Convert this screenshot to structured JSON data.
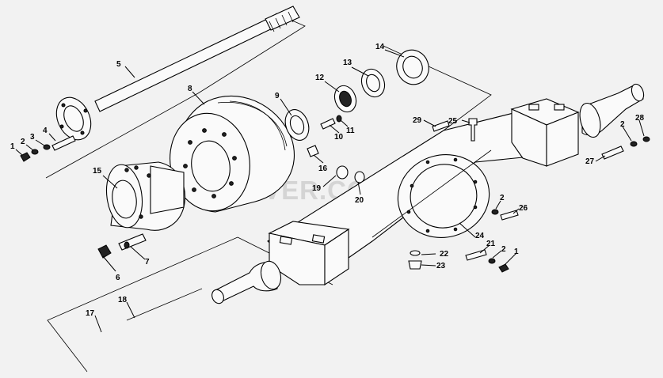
{
  "diagram": {
    "watermark": "SPECSERVER.COM",
    "callouts": [
      {
        "id": "c1a",
        "text": "1"
      },
      {
        "id": "c2a",
        "text": "2"
      },
      {
        "id": "c3",
        "text": "3"
      },
      {
        "id": "c4",
        "text": "4"
      },
      {
        "id": "c5",
        "text": "5"
      },
      {
        "id": "c6",
        "text": "6"
      },
      {
        "id": "c7",
        "text": "7"
      },
      {
        "id": "c8",
        "text": "8"
      },
      {
        "id": "c9",
        "text": "9"
      },
      {
        "id": "c10",
        "text": "10"
      },
      {
        "id": "c11",
        "text": "11"
      },
      {
        "id": "c12",
        "text": "12"
      },
      {
        "id": "c13",
        "text": "13"
      },
      {
        "id": "c14",
        "text": "14"
      },
      {
        "id": "c15",
        "text": "15"
      },
      {
        "id": "c16",
        "text": "16"
      },
      {
        "id": "c17",
        "text": "17"
      },
      {
        "id": "c18",
        "text": "18"
      },
      {
        "id": "c19",
        "text": "19"
      },
      {
        "id": "c20",
        "text": "20"
      },
      {
        "id": "c21",
        "text": "21"
      },
      {
        "id": "c22",
        "text": "22"
      },
      {
        "id": "c23",
        "text": "23"
      },
      {
        "id": "c24",
        "text": "24"
      },
      {
        "id": "c25",
        "text": "25"
      },
      {
        "id": "c26",
        "text": "26"
      },
      {
        "id": "c27",
        "text": "27"
      },
      {
        "id": "c28",
        "text": "28"
      },
      {
        "id": "c29",
        "text": "29"
      },
      {
        "id": "c2b",
        "text": "2"
      },
      {
        "id": "c2c",
        "text": "2"
      },
      {
        "id": "c2d",
        "text": "2"
      },
      {
        "id": "c1b",
        "text": "1"
      }
    ]
  }
}
